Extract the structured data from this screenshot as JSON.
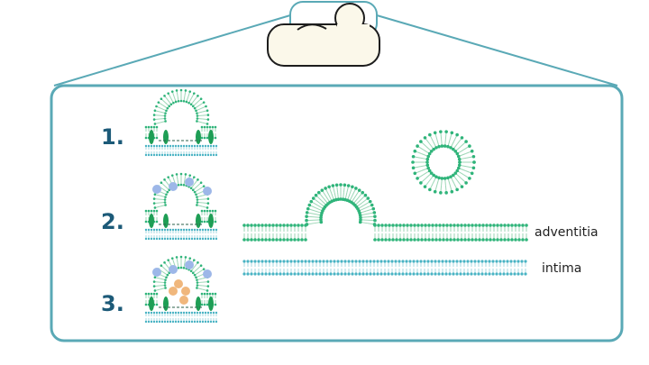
{
  "steps": [
    {
      "label": "1."
    },
    {
      "label": "2."
    },
    {
      "label": "3."
    }
  ],
  "labels": {
    "outer_layer": "adventitia",
    "inner_layer": "intima"
  },
  "colors": {
    "frame": "#5aa9b6",
    "green_heads": "#2fb47a",
    "green_tails": "#9bd6b5",
    "teal_heads": "#49b3c4",
    "teal_tails": "#a6d9e0",
    "protein": "#1e9e55",
    "blue_particle": "#9db7e8",
    "orange_particle": "#f0b77c",
    "cell_fill": "#fbf8ea"
  },
  "icons": [
    "cell-icon",
    "budding-vesicle-icon",
    "free-vesicle-icon"
  ]
}
